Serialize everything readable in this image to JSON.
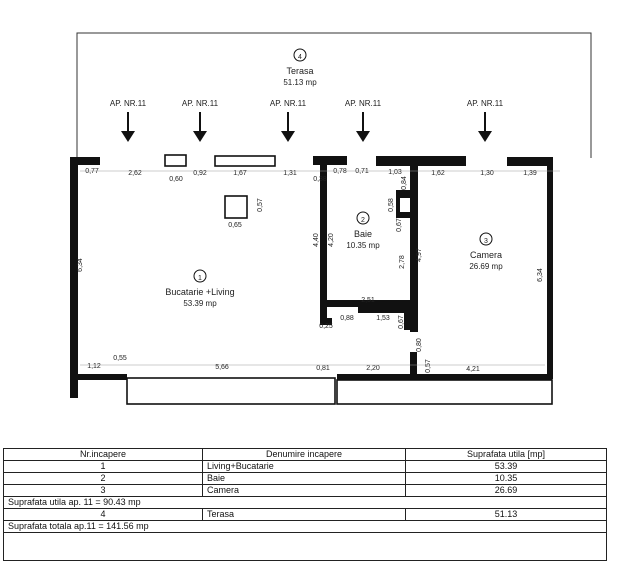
{
  "plan": {
    "rooms": [
      {
        "number": "1",
        "name": "Bucatarie +Living",
        "area": "53.39 mp"
      },
      {
        "number": "2",
        "name": "Baie",
        "area": "10.35 mp"
      },
      {
        "number": "3",
        "name": "Camera",
        "area": "26.69 mp"
      },
      {
        "number": "4",
        "name": "Terasa",
        "area": "51.13 mp"
      }
    ],
    "entrance_labels": [
      "AP. NR.11",
      "AP. NR.11",
      "AP. NR.11",
      "AP. NR.11",
      "AP. NR.11"
    ],
    "dimensions": [
      "0,77",
      "2,62",
      "0,60",
      "0,92",
      "1,67",
      "1,31",
      "0,38",
      "0,78",
      "0,71",
      "1,03",
      "0,84",
      "1,62",
      "1,30",
      "1,39",
      "0,57",
      "0,65",
      "6,34",
      "4,40",
      "4,20",
      "0,58",
      "0,67",
      "2,78",
      "4,97",
      "6,34",
      "2,51",
      "0,25",
      "0,88",
      "1,53",
      "0,67",
      "0,80",
      "0,57",
      "1,12",
      "0,55",
      "5,66",
      "0,81",
      "2,20",
      "4,21"
    ]
  },
  "table": {
    "headers": [
      "Nr.incapere",
      "Denumire incapere",
      "Suprafata utila [mp]"
    ],
    "rows": [
      [
        "1",
        "Living+Bucatarie",
        "53.39"
      ],
      [
        "2",
        "Baie",
        "10.35"
      ],
      [
        "3",
        "Camera",
        "26.69"
      ]
    ],
    "subtotal": "Suprafata utila ap. 11 = 90.43 mp",
    "terrace_row": [
      "4",
      "Terasa",
      "51.13"
    ],
    "total": "Suprafata totala ap.11 = 141.56 mp"
  }
}
